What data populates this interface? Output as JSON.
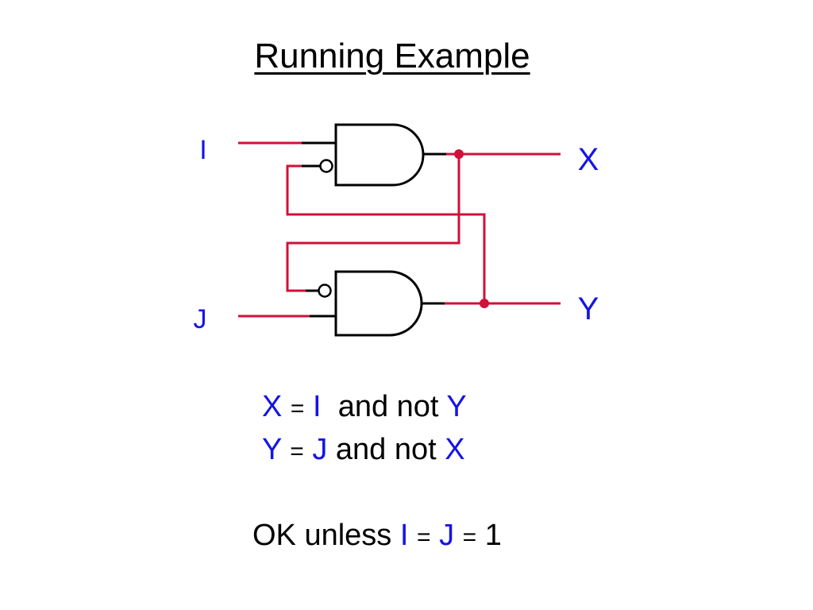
{
  "title": "Running Example",
  "colors": {
    "wire": "#d0103a",
    "signal": "#1414e6",
    "text": "#000000"
  },
  "signals": {
    "i": "I",
    "j": "J",
    "x": "X",
    "y": "Y"
  },
  "equations": {
    "line1": {
      "lhs": "X",
      "eq": "=",
      "var": "I",
      "text": "and not",
      "rhs": "Y"
    },
    "line2": {
      "lhs": "Y",
      "eq": "=",
      "var": "J",
      "text": "and not",
      "rhs": "X"
    }
  },
  "condition": {
    "prefix": "OK unless",
    "a": "I",
    "eq1": "=",
    "b": "J",
    "eq2": "=",
    "value": "1"
  }
}
